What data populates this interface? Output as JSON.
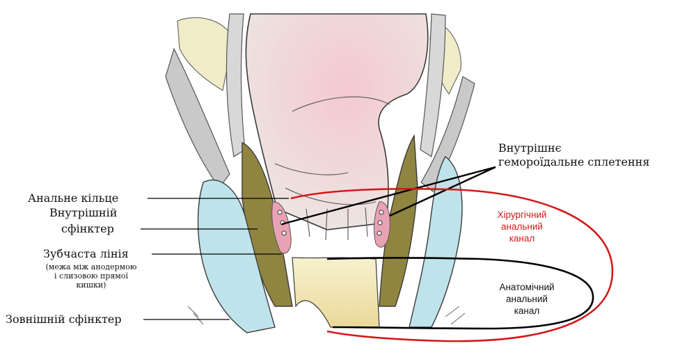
{
  "labels": {
    "internal_plexus_line1": "Внутрішнє",
    "internal_plexus_line2": "гемороїдальне сплетення",
    "anal_ring": "Анальне кільце",
    "internal_sphincter_line1": "Внутрішній",
    "internal_sphincter_line2": "сфінктер",
    "dentate_line": "Зубчаста лінія",
    "dentate_note_line1": "(межа між анодермою",
    "dentate_note_line2": "і слизовою прямої",
    "dentate_note_line3": "кишки)",
    "external_sphincter": "Зовнішній сфінктер",
    "surgical_canal_line1": "Хірургічний",
    "surgical_canal_line2": "анальний",
    "surgical_canal_line3": "канал",
    "anatomical_canal_line1": "Анатомічний",
    "anatomical_canal_line2": "анальний",
    "anatomical_canal_line3": "канал"
  },
  "colors": {
    "surgical_canal": "#d21a1a",
    "anatomical_canal": "#000000",
    "internal_sphincter": "#8f8540",
    "external_sphincter": "#bfe3ea",
    "rectal_mucosa": "#f1d9dc",
    "hemorrhoidal_plexus": "#e9a2b4",
    "anoderm": "#f3ecc0"
  }
}
